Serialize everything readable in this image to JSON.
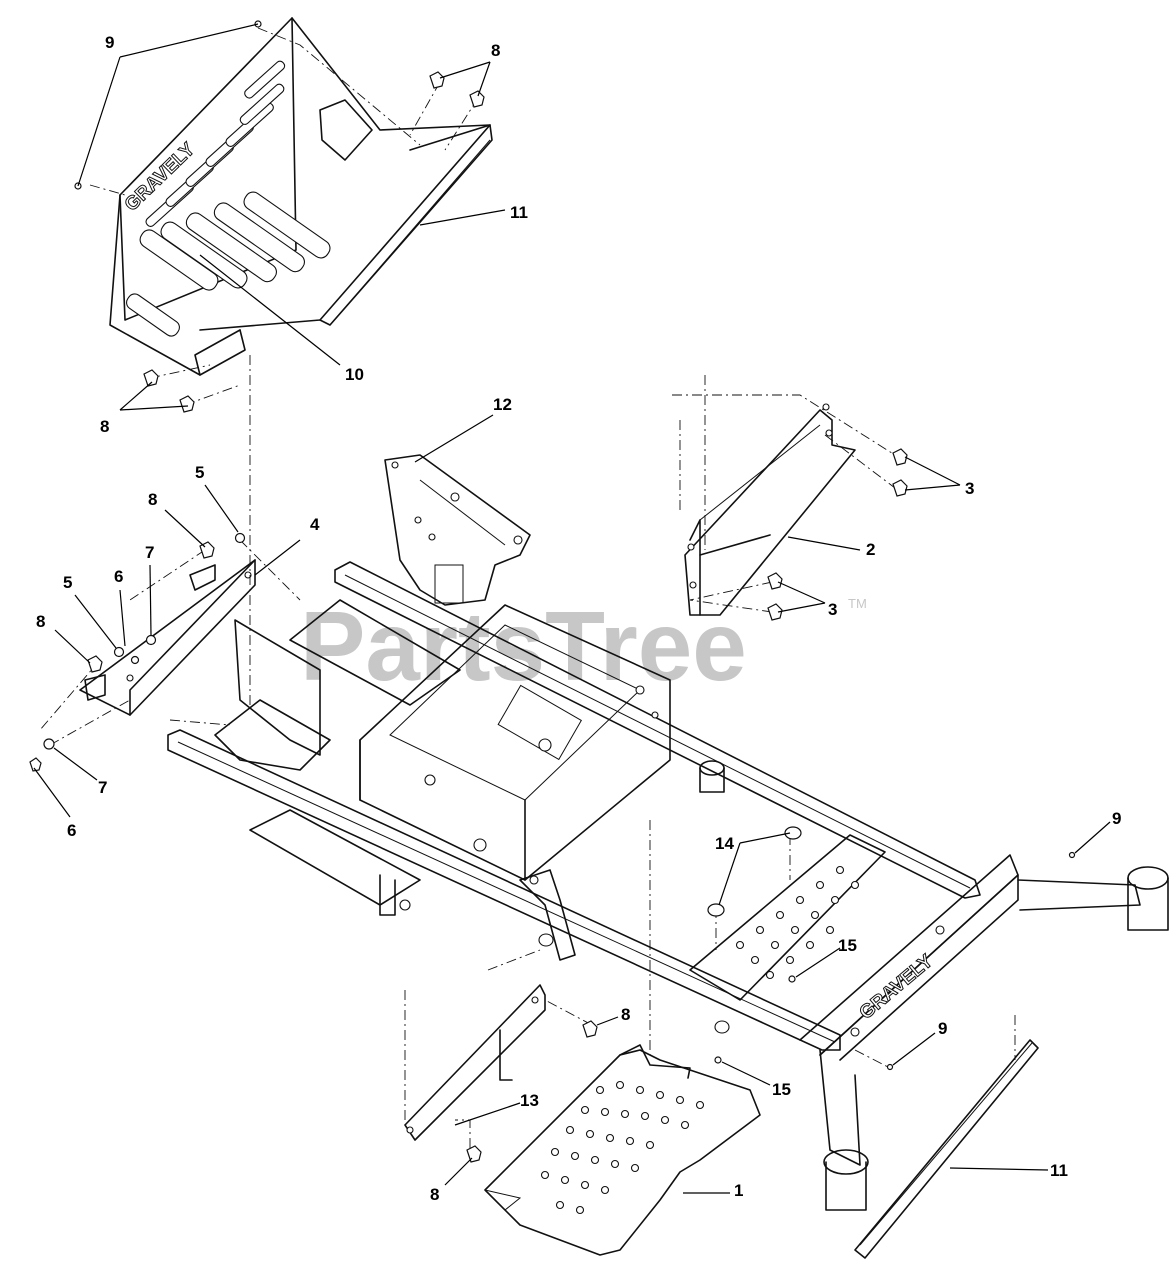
{
  "watermark": {
    "text": "PartsTree",
    "trademark": "TM"
  },
  "embossing": {
    "frame_brand": "GRAVELY",
    "shield_brand": "GRAVELY"
  },
  "callouts": [
    {
      "id": "c9a",
      "label": "9"
    },
    {
      "id": "c8a",
      "label": "8"
    },
    {
      "id": "c11a",
      "label": "11"
    },
    {
      "id": "c10",
      "label": "10"
    },
    {
      "id": "c8b",
      "label": "8"
    },
    {
      "id": "c12",
      "label": "12"
    },
    {
      "id": "c3a",
      "label": "3"
    },
    {
      "id": "c2",
      "label": "2"
    },
    {
      "id": "c3b",
      "label": "3"
    },
    {
      "id": "c5a",
      "label": "5"
    },
    {
      "id": "c8c",
      "label": "8"
    },
    {
      "id": "c4",
      "label": "4"
    },
    {
      "id": "c7a",
      "label": "7"
    },
    {
      "id": "c6a",
      "label": "6"
    },
    {
      "id": "c5b",
      "label": "5"
    },
    {
      "id": "c8d",
      "label": "8"
    },
    {
      "id": "c7b",
      "label": "7"
    },
    {
      "id": "c6b",
      "label": "6"
    },
    {
      "id": "c9b",
      "label": "9"
    },
    {
      "id": "c14",
      "label": "14"
    },
    {
      "id": "c15a",
      "label": "15"
    },
    {
      "id": "c8e",
      "label": "8"
    },
    {
      "id": "c9c",
      "label": "9"
    },
    {
      "id": "c15b",
      "label": "15"
    },
    {
      "id": "c13",
      "label": "13"
    },
    {
      "id": "c8f",
      "label": "8"
    },
    {
      "id": "c1",
      "label": "1"
    },
    {
      "id": "c11b",
      "label": "11"
    }
  ]
}
